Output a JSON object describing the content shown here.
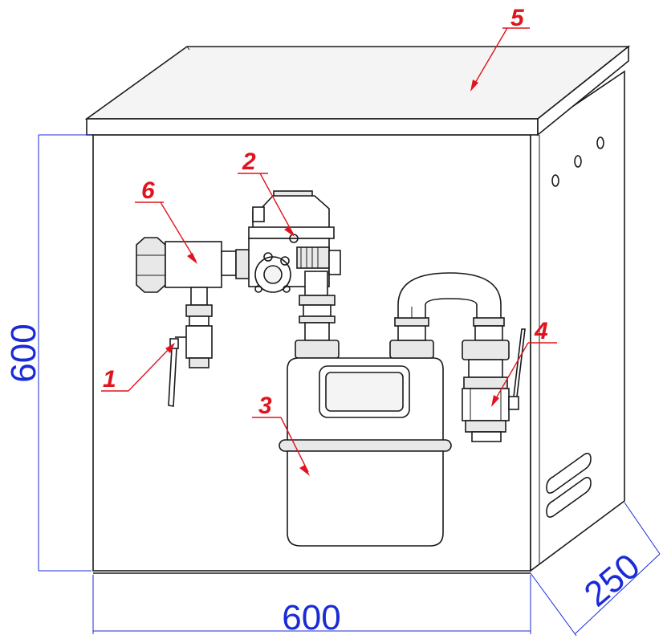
{
  "callouts": {
    "c1": "1",
    "c2": "2",
    "c3": "3",
    "c4": "4",
    "c5": "5",
    "c6": "6"
  },
  "dimensions": {
    "height": "600",
    "width": "600",
    "depth": "250"
  },
  "colors": {
    "callout": "#e0141e",
    "dimension": "#1a2bd6",
    "outline": "#1a1a1a"
  }
}
